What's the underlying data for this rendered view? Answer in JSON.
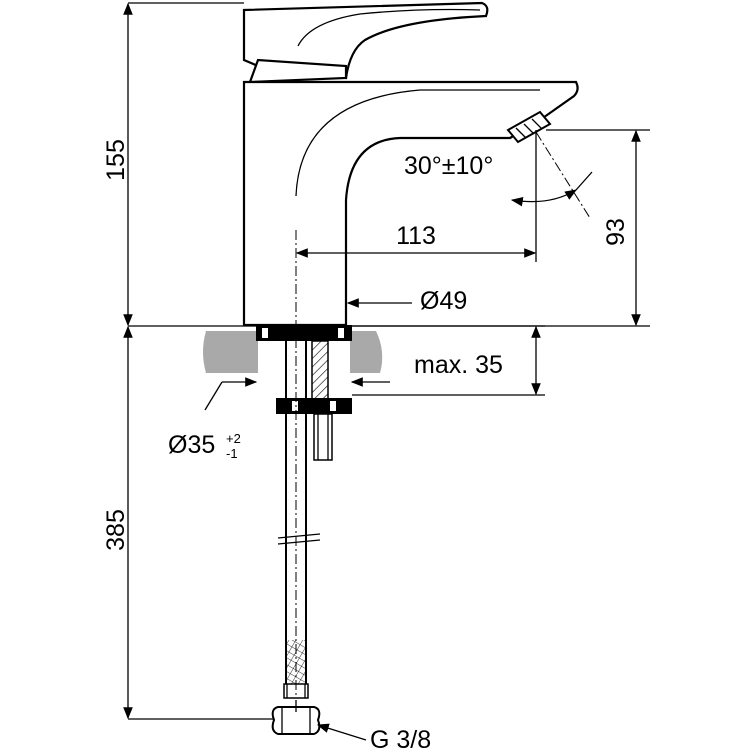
{
  "drawing": {
    "dimensions": {
      "height_above_counter": "155",
      "height_below_counter": "385",
      "spout_reach": "113",
      "spout_height": "93",
      "base_diameter": "Ø49",
      "hole_diameter": "Ø35",
      "hole_tol_plus": "+2",
      "hole_tol_minus": "-1",
      "max_counter_thickness": "max. 35",
      "spout_angle": "30°±10°",
      "thread_size": "G 3/8"
    }
  }
}
